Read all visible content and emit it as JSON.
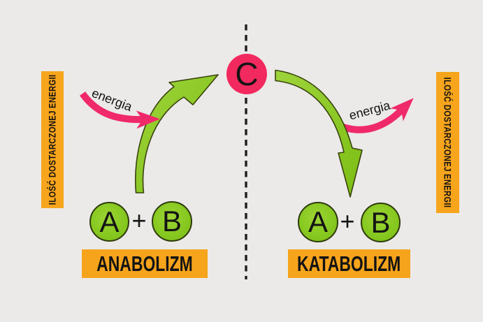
{
  "colors": {
    "background": "#EBEAE8",
    "accent_orange": "#F6A51C",
    "accent_pink": "#F0296B",
    "accent_green": "#87C920",
    "text": "#141414"
  },
  "energy_axis_left": {
    "label": "ILOŚĆ DOSTARCZONEJ ENERGII"
  },
  "energy_axis_right": {
    "label": "ILOŚĆ DOSTARCZONEJ ENERGII"
  },
  "product": {
    "label": "C"
  },
  "anabolism": {
    "title": "ANABOLIZM",
    "substrate_a": "A",
    "plus_sign": "+",
    "substrate_b": "B",
    "energy_label": "energia"
  },
  "catabolism": {
    "title": "KATABOLIZM",
    "substrate_a": "A",
    "plus_sign": "+",
    "substrate_b": "B",
    "energy_label": "energia"
  }
}
